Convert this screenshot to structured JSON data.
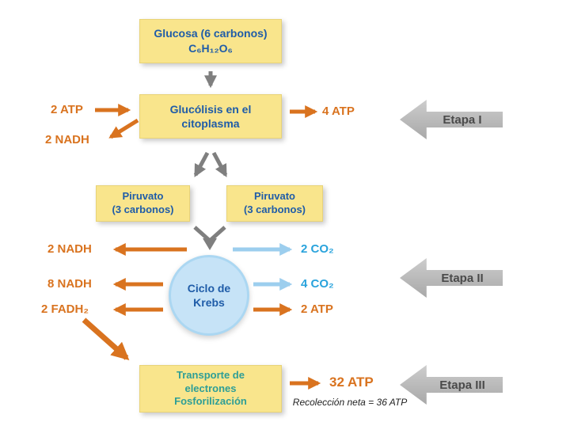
{
  "colors": {
    "box_yellow": "#F9E58C",
    "box_text_blue": "#1F5CA8",
    "orange": "#D9731F",
    "co2_blue": "#29A3DC",
    "light_blue_arrow": "#9CCEEE",
    "gray_arrow": "#7F7F7F",
    "stage_arrow_gray": "#B9B9B9",
    "stage_text_gray": "#4A4A4A",
    "krebs_fill": "#C6E3F7",
    "transport_text_teal": "#2E9E96",
    "note_text": "#222222"
  },
  "glucose": {
    "title": "Glucosa (6 carbonos)",
    "formula": "C₆H₁₂O₆"
  },
  "glycolysis": {
    "label": "Glucólisis en el citoplasma",
    "atp_in": "2 ATP",
    "nadh_out": "2 NADH",
    "atp_out": "4 ATP"
  },
  "pyruvate_left": {
    "line1": "Piruvato",
    "line2": "(3 carbonos)"
  },
  "pyruvate_right": {
    "line1": "Piruvato",
    "line2": "(3 carbonos)"
  },
  "krebs": {
    "label": "Ciclo de Krebs",
    "left_outputs": [
      "2 NADH",
      "8 NADH",
      "2 FADH₂"
    ],
    "right_outputs": [
      "2 CO₂",
      "4 CO₂",
      "2 ATP"
    ]
  },
  "transport": {
    "line1": "Transporte de electrones",
    "line2": "Fosforilización",
    "atp_out": "32 ATP",
    "note": "Recolección neta = 36 ATP"
  },
  "stages": [
    {
      "label": "Etapa I"
    },
    {
      "label": "Etapa II"
    },
    {
      "label": "Etapa III"
    }
  ]
}
